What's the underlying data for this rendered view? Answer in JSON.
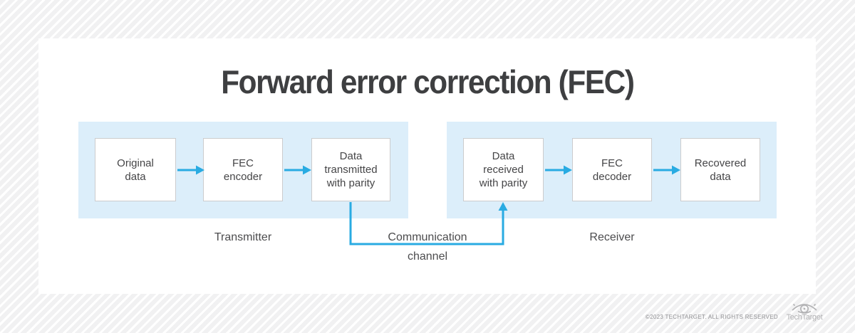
{
  "title": "Forward error correction (FEC)",
  "diagram": {
    "transmitter": {
      "label": "Transmitter",
      "boxes": [
        {
          "label": "Original\ndata"
        },
        {
          "label": "FEC\nencoder"
        },
        {
          "label": "Data\ntransmitted\nwith parity"
        }
      ]
    },
    "receiver": {
      "label": "Receiver",
      "boxes": [
        {
          "label": "Data\nreceived\nwith parity"
        },
        {
          "label": "FEC\ndecoder"
        },
        {
          "label": "Recovered\ndata"
        }
      ]
    },
    "channel": {
      "label": "Communication\nchannel"
    }
  },
  "footer": {
    "copyright": "©2023 TECHTARGET. ALL RIGHTS RESERVED",
    "brand": "TechTarget"
  },
  "colors": {
    "accent": "#29abe2",
    "panel_background": "#dceefa",
    "title_text": "#3e3f41",
    "box_border": "#cccccd",
    "body_text": "#454547",
    "footer_text": "#919194"
  },
  "icons": {
    "flow_arrow": "right-arrow",
    "channel_arrow": "up-arrow",
    "logo_eye": "eye-with-target"
  }
}
